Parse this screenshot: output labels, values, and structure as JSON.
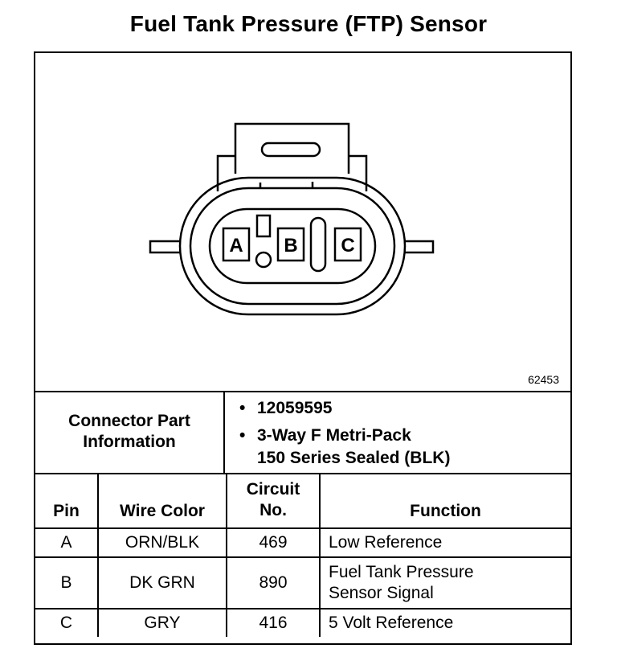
{
  "title": "Fuel Tank Pressure (FTP) Sensor",
  "figure_number": "62453",
  "connector": {
    "pin_labels": [
      "A",
      "B",
      "C"
    ]
  },
  "part_info": {
    "label_line1": "Connector Part",
    "label_line2": "Information",
    "part_number": "12059595",
    "description_line1": "3-Way F Metri-Pack",
    "description_line2": "150 Series Sealed (BLK)"
  },
  "table": {
    "headers": {
      "pin": "Pin",
      "wire_color": "Wire Color",
      "circuit_line1": "Circuit",
      "circuit_line2": "No.",
      "function": "Function"
    },
    "rows": [
      {
        "pin": "A",
        "wire_color": "ORN/BLK",
        "circuit": "469",
        "function_line1": "Low Reference",
        "function_line2": ""
      },
      {
        "pin": "B",
        "wire_color": "DK GRN",
        "circuit": "890",
        "function_line1": "Fuel Tank Pressure",
        "function_line2": "Sensor Signal"
      },
      {
        "pin": "C",
        "wire_color": "GRY",
        "circuit": "416",
        "function_line1": "5 Volt Reference",
        "function_line2": ""
      }
    ]
  }
}
